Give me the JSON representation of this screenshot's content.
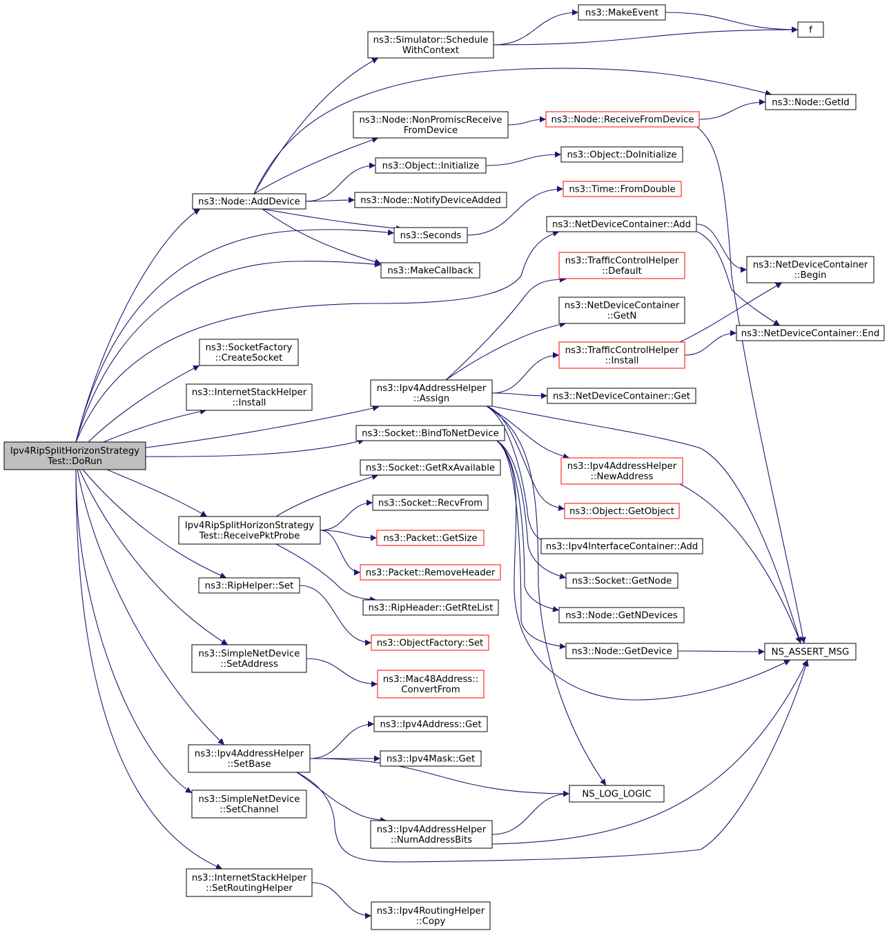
{
  "diagram": {
    "type": "call-graph",
    "colors": {
      "edge": "#191970",
      "node_border": "#000000",
      "node_border_truncated": "#ff0000",
      "root_fill": "#bfbfbf"
    },
    "nodes": [
      {
        "id": "root",
        "lines": [
          "Ipv4RipSplitHorizonStrategy",
          "Test::DoRun"
        ],
        "style": "root"
      },
      {
        "id": "add_device",
        "lines": [
          "ns3::Node::AddDevice"
        ]
      },
      {
        "id": "sched_ctx",
        "lines": [
          "ns3::Simulator::Schedule",
          "WithContext"
        ]
      },
      {
        "id": "make_event",
        "lines": [
          "ns3::MakeEvent"
        ]
      },
      {
        "id": "f",
        "lines": [
          "f"
        ]
      },
      {
        "id": "node_getid",
        "lines": [
          "ns3::Node::GetId"
        ]
      },
      {
        "id": "nonpromisc",
        "lines": [
          "ns3::Node::NonPromiscReceive",
          "FromDevice"
        ]
      },
      {
        "id": "recv_from_dev",
        "lines": [
          "ns3::Node::ReceiveFromDevice"
        ],
        "style": "red"
      },
      {
        "id": "obj_init",
        "lines": [
          "ns3::Object::Initialize"
        ]
      },
      {
        "id": "obj_doinit",
        "lines": [
          "ns3::Object::DoInitialize"
        ]
      },
      {
        "id": "time_fromdouble",
        "lines": [
          "ns3::Time::FromDouble"
        ],
        "style": "red"
      },
      {
        "id": "notify_dev_added",
        "lines": [
          "ns3::Node::NotifyDeviceAdded"
        ]
      },
      {
        "id": "seconds",
        "lines": [
          "ns3::Seconds"
        ]
      },
      {
        "id": "ndc_add",
        "lines": [
          "ns3::NetDeviceContainer::Add"
        ]
      },
      {
        "id": "make_callback",
        "lines": [
          "ns3::MakeCallback"
        ]
      },
      {
        "id": "tch_default",
        "lines": [
          "ns3::TrafficControlHelper",
          "::Default"
        ],
        "style": "red"
      },
      {
        "id": "ndc_begin",
        "lines": [
          "ns3::NetDeviceContainer",
          "::Begin"
        ]
      },
      {
        "id": "ndc_getn",
        "lines": [
          "ns3::NetDeviceContainer",
          "::GetN"
        ]
      },
      {
        "id": "ndc_end",
        "lines": [
          "ns3::NetDeviceContainer::End"
        ]
      },
      {
        "id": "sf_createsocket",
        "lines": [
          "ns3::SocketFactory",
          "::CreateSocket"
        ]
      },
      {
        "id": "tch_install",
        "lines": [
          "ns3::TrafficControlHelper",
          "::Install"
        ],
        "style": "red"
      },
      {
        "id": "ish_install",
        "lines": [
          "ns3::InternetStackHelper",
          "::Install"
        ]
      },
      {
        "id": "iah_assign",
        "lines": [
          "ns3::Ipv4AddressHelper",
          "::Assign"
        ]
      },
      {
        "id": "ndc_get",
        "lines": [
          "ns3::NetDeviceContainer::Get"
        ]
      },
      {
        "id": "sock_bind",
        "lines": [
          "ns3::Socket::BindToNetDevice"
        ]
      },
      {
        "id": "iah_newaddr",
        "lines": [
          "ns3::Ipv4AddressHelper",
          "::NewAddress"
        ],
        "style": "red"
      },
      {
        "id": "sock_rxavail",
        "lines": [
          "ns3::Socket::GetRxAvailable"
        ]
      },
      {
        "id": "sock_recvfrom",
        "lines": [
          "ns3::Socket::RecvFrom"
        ]
      },
      {
        "id": "obj_getobject",
        "lines": [
          "ns3::Object::GetObject"
        ],
        "style": "red"
      },
      {
        "id": "recv_pkt_probe",
        "lines": [
          "Ipv4RipSplitHorizonStrategy",
          "Test::ReceivePktProbe"
        ]
      },
      {
        "id": "pkt_getsize",
        "lines": [
          "ns3::Packet::GetSize"
        ],
        "style": "red"
      },
      {
        "id": "iic_add",
        "lines": [
          "ns3::Ipv4InterfaceContainer::Add"
        ]
      },
      {
        "id": "pkt_removeheader",
        "lines": [
          "ns3::Packet::RemoveHeader"
        ],
        "style": "red"
      },
      {
        "id": "sock_getnode",
        "lines": [
          "ns3::Socket::GetNode"
        ]
      },
      {
        "id": "riphelper_set",
        "lines": [
          "ns3::RipHelper::Set"
        ]
      },
      {
        "id": "ripheader_getrtelist",
        "lines": [
          "ns3::RipHeader::GetRteList"
        ]
      },
      {
        "id": "node_getndevices",
        "lines": [
          "ns3::Node::GetNDevices"
        ]
      },
      {
        "id": "objfactory_set",
        "lines": [
          "ns3::ObjectFactory::Set"
        ],
        "style": "red"
      },
      {
        "id": "snd_setaddress",
        "lines": [
          "ns3::SimpleNetDevice",
          "::SetAddress"
        ]
      },
      {
        "id": "node_getdevice",
        "lines": [
          "ns3::Node::GetDevice"
        ]
      },
      {
        "id": "ns_assert_msg",
        "lines": [
          "NS_ASSERT_MSG"
        ]
      },
      {
        "id": "mac48_convertfrom",
        "lines": [
          "ns3::Mac48Address::",
          "ConvertFrom"
        ],
        "style": "red"
      },
      {
        "id": "ipv4addr_get",
        "lines": [
          "ns3::Ipv4Address::Get"
        ]
      },
      {
        "id": "iah_setbase",
        "lines": [
          "ns3::Ipv4AddressHelper",
          "::SetBase"
        ]
      },
      {
        "id": "ipv4mask_get",
        "lines": [
          "ns3::Ipv4Mask::Get"
        ]
      },
      {
        "id": "ns_log_logic",
        "lines": [
          "NS_LOG_LOGIC"
        ]
      },
      {
        "id": "snd_setchannel",
        "lines": [
          "ns3::SimpleNetDevice",
          "::SetChannel"
        ]
      },
      {
        "id": "iah_numaddrbits",
        "lines": [
          "ns3::Ipv4AddressHelper",
          "::NumAddressBits"
        ]
      },
      {
        "id": "ish_setroutinghelper",
        "lines": [
          "ns3::InternetStackHelper",
          "::SetRoutingHelper"
        ]
      },
      {
        "id": "irh_copy",
        "lines": [
          "ns3::Ipv4RoutingHelper",
          "::Copy"
        ]
      }
    ],
    "edges": [
      [
        "root",
        "add_device"
      ],
      [
        "root",
        "seconds"
      ],
      [
        "root",
        "make_callback"
      ],
      [
        "root",
        "ndc_add"
      ],
      [
        "root",
        "sf_createsocket"
      ],
      [
        "root",
        "ish_install"
      ],
      [
        "root",
        "iah_assign"
      ],
      [
        "root",
        "sock_bind"
      ],
      [
        "root",
        "recv_pkt_probe"
      ],
      [
        "root",
        "riphelper_set"
      ],
      [
        "root",
        "snd_setaddress"
      ],
      [
        "root",
        "iah_setbase"
      ],
      [
        "root",
        "snd_setchannel"
      ],
      [
        "root",
        "ish_setroutinghelper"
      ],
      [
        "add_device",
        "sched_ctx"
      ],
      [
        "add_device",
        "node_getid"
      ],
      [
        "add_device",
        "nonpromisc"
      ],
      [
        "add_device",
        "obj_init"
      ],
      [
        "add_device",
        "notify_dev_added"
      ],
      [
        "add_device",
        "seconds"
      ],
      [
        "add_device",
        "make_callback"
      ],
      [
        "sched_ctx",
        "make_event"
      ],
      [
        "sched_ctx",
        "f"
      ],
      [
        "make_event",
        "f"
      ],
      [
        "nonpromisc",
        "recv_from_dev"
      ],
      [
        "recv_from_dev",
        "node_getid"
      ],
      [
        "recv_from_dev",
        "ns_assert_msg"
      ],
      [
        "obj_init",
        "obj_doinit"
      ],
      [
        "seconds",
        "time_fromdouble"
      ],
      [
        "ndc_add",
        "ndc_begin"
      ],
      [
        "ndc_add",
        "ndc_end"
      ],
      [
        "tch_install",
        "ndc_begin"
      ],
      [
        "tch_install",
        "ndc_end"
      ],
      [
        "iah_assign",
        "tch_default"
      ],
      [
        "iah_assign",
        "ndc_getn"
      ],
      [
        "iah_assign",
        "tch_install"
      ],
      [
        "iah_assign",
        "ndc_get"
      ],
      [
        "iah_assign",
        "iah_newaddr"
      ],
      [
        "iah_assign",
        "obj_getobject"
      ],
      [
        "iah_assign",
        "iic_add"
      ],
      [
        "iah_assign",
        "ns_log_logic"
      ],
      [
        "iah_assign",
        "ns_assert_msg"
      ],
      [
        "sock_bind",
        "sock_getnode"
      ],
      [
        "sock_bind",
        "node_getndevices"
      ],
      [
        "sock_bind",
        "node_getdevice"
      ],
      [
        "sock_bind",
        "ns_assert_msg"
      ],
      [
        "iah_newaddr",
        "ns_assert_msg"
      ],
      [
        "node_getdevice",
        "ns_assert_msg"
      ],
      [
        "recv_pkt_probe",
        "sock_rxavail"
      ],
      [
        "recv_pkt_probe",
        "sock_recvfrom"
      ],
      [
        "recv_pkt_probe",
        "pkt_getsize"
      ],
      [
        "recv_pkt_probe",
        "pkt_removeheader"
      ],
      [
        "recv_pkt_probe",
        "ripheader_getrtelist"
      ],
      [
        "riphelper_set",
        "objfactory_set"
      ],
      [
        "snd_setaddress",
        "mac48_convertfrom"
      ],
      [
        "iah_setbase",
        "ipv4addr_get"
      ],
      [
        "iah_setbase",
        "ipv4mask_get"
      ],
      [
        "iah_setbase",
        "ns_log_logic"
      ],
      [
        "iah_setbase",
        "iah_numaddrbits"
      ],
      [
        "iah_setbase",
        "ns_assert_msg"
      ],
      [
        "iah_numaddrbits",
        "ns_log_logic"
      ],
      [
        "iah_numaddrbits",
        "ns_assert_msg"
      ],
      [
        "ish_setroutinghelper",
        "irh_copy"
      ]
    ]
  }
}
